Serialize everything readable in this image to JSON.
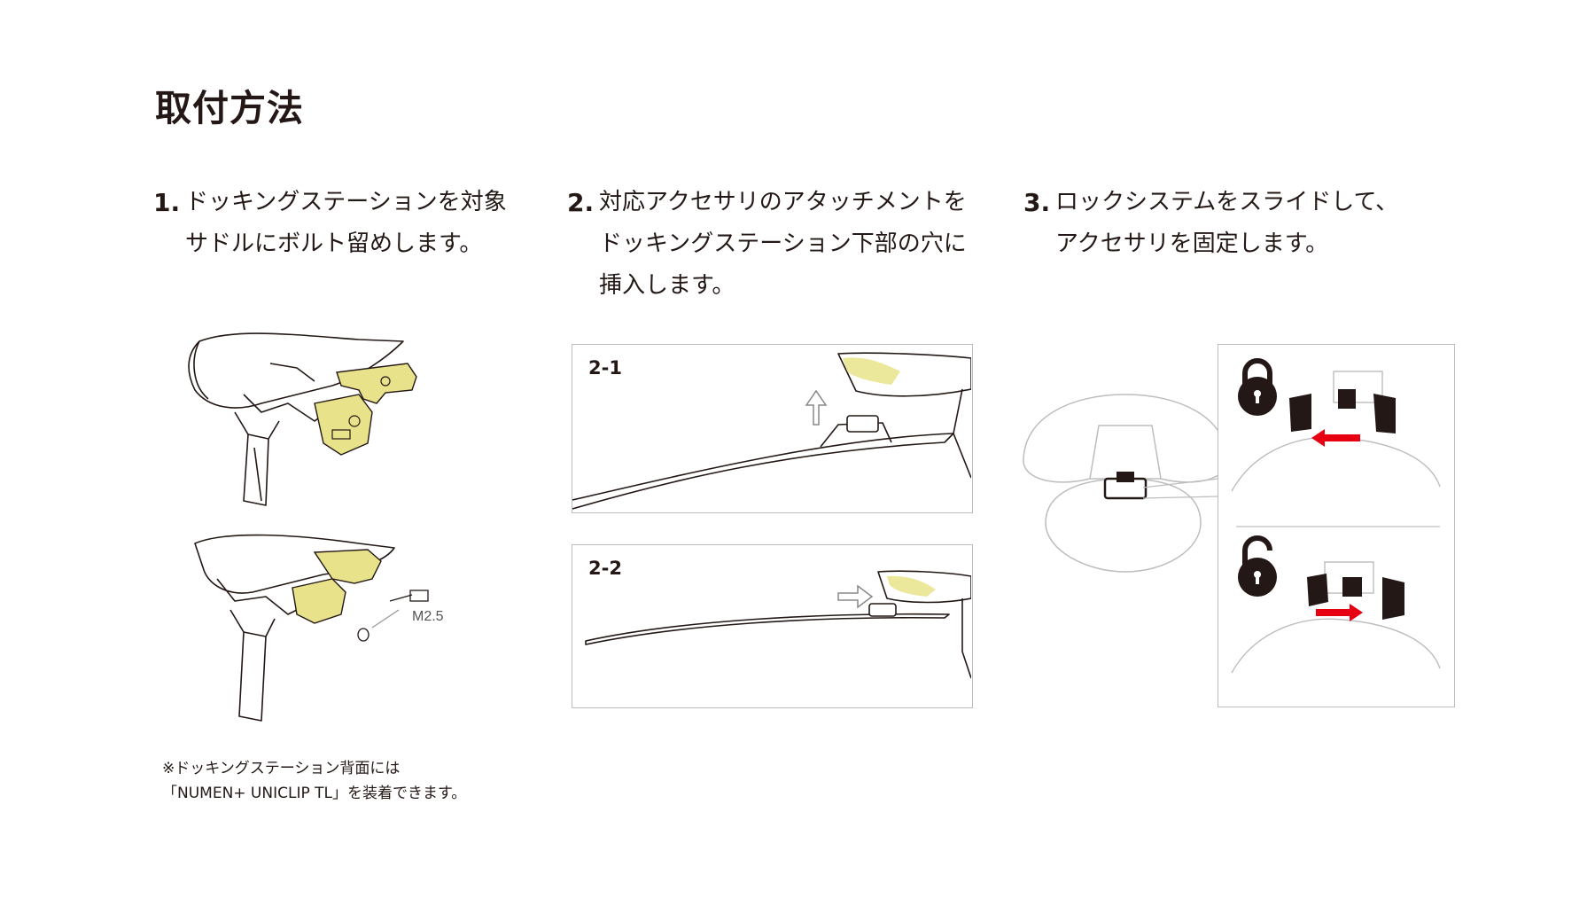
{
  "title": "取付方法",
  "steps": [
    {
      "num": "1.",
      "lines": [
        "ドッキングステーションを対象",
        "サドルにボルト留めします。"
      ]
    },
    {
      "num": "2.",
      "lines": [
        "対応アクセサリのアタッチメントを",
        "ドッキングステーション下部の穴に",
        "挿入します。"
      ]
    },
    {
      "num": "3.",
      "lines": [
        "ロックシステムをスライドして、",
        "アクセサリを固定します。"
      ]
    }
  ],
  "panels": {
    "p21": "2-1",
    "p22": "2-2"
  },
  "bolt_label": "M2.5",
  "note": [
    "※ドッキングステーション背面には",
    "「NUMEN+ UNICLIP TL」を装着できます。"
  ],
  "colors": {
    "text": "#231815",
    "highlight": "#e8e38a",
    "arrow_red": "#e60012",
    "frame": "#bdbdbd"
  },
  "icons": [
    "lock-closed-icon",
    "lock-open-icon",
    "arrow-up-icon",
    "arrow-right-icon"
  ]
}
